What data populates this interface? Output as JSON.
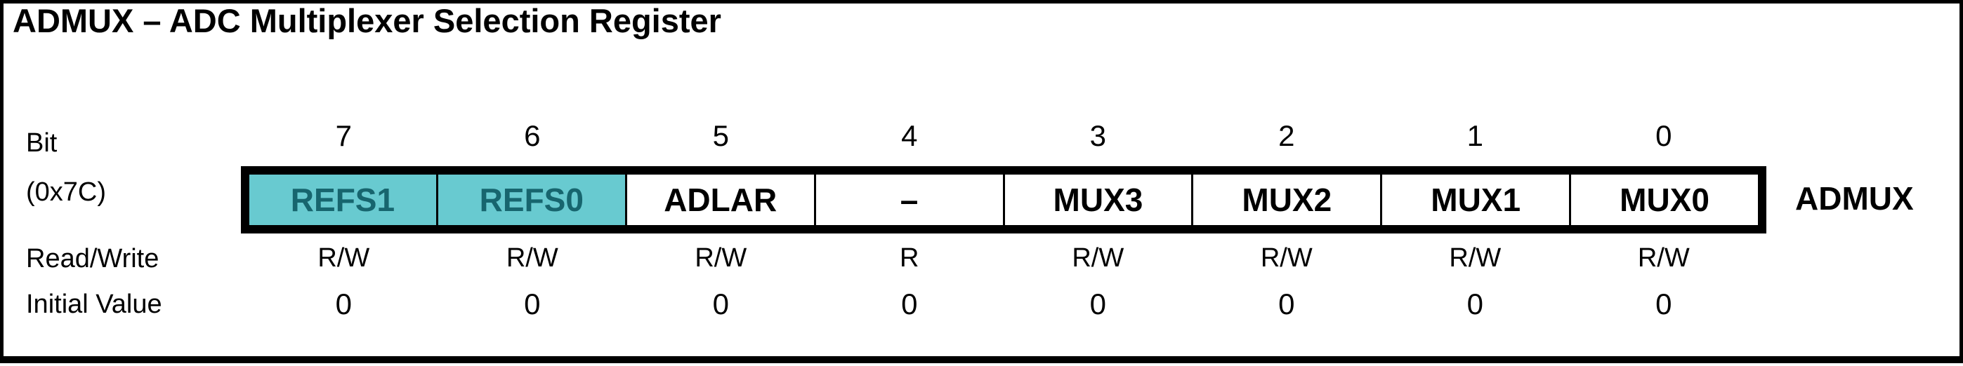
{
  "title": "ADMUX – ADC Multiplexer Selection Register",
  "register": {
    "name": "ADMUX",
    "address": "(0x7C)",
    "row_labels": {
      "bit": "Bit",
      "read_write": "Read/Write",
      "initial_value": "Initial Value"
    },
    "bits": [
      {
        "bit": "7",
        "name": "REFS1",
        "highlighted": true,
        "rw": "R/W",
        "initial": "0"
      },
      {
        "bit": "6",
        "name": "REFS0",
        "highlighted": true,
        "rw": "R/W",
        "initial": "0"
      },
      {
        "bit": "5",
        "name": "ADLAR",
        "highlighted": false,
        "rw": "R/W",
        "initial": "0"
      },
      {
        "bit": "4",
        "name": "–",
        "highlighted": false,
        "rw": "R",
        "initial": "0"
      },
      {
        "bit": "3",
        "name": "MUX3",
        "highlighted": false,
        "rw": "R/W",
        "initial": "0"
      },
      {
        "bit": "2",
        "name": "MUX2",
        "highlighted": false,
        "rw": "R/W",
        "initial": "0"
      },
      {
        "bit": "1",
        "name": "MUX1",
        "highlighted": false,
        "rw": "R/W",
        "initial": "0"
      },
      {
        "bit": "0",
        "name": "MUX0",
        "highlighted": false,
        "rw": "R/W",
        "initial": "0"
      }
    ],
    "colors": {
      "highlight_bg": "#68CAD0",
      "highlight_text": "#17656E",
      "border": "#000000"
    }
  }
}
